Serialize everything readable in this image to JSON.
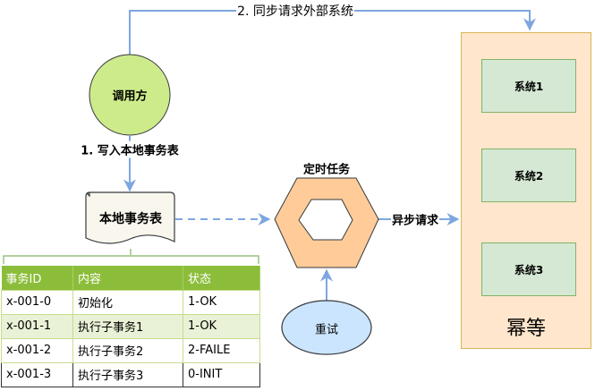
{
  "caller": {
    "label": "调用方"
  },
  "edges": {
    "write_local": "1. 写入本地事务表",
    "sync_request": "2. 同步请求外部系统",
    "async_request": "异步请求"
  },
  "local_table": {
    "label": "本地事务表"
  },
  "scheduler": {
    "label": "定时任务"
  },
  "retry": {
    "label": "重试"
  },
  "external": {
    "systems": [
      {
        "label": "系统1"
      },
      {
        "label": "系统2"
      },
      {
        "label": "系统3"
      }
    ],
    "idempotent_label": "幂等"
  },
  "table": {
    "headers": [
      "事务ID",
      "内容",
      "状态"
    ],
    "rows": [
      [
        "x-001-0",
        "初始化",
        "1-OK"
      ],
      [
        "x-001-1",
        "执行子事务1",
        "1-OK"
      ],
      [
        "x-001-2",
        "执行子事务2",
        "2-FAILE"
      ],
      [
        "x-001-3",
        "执行子事务3",
        "0-INIT"
      ]
    ]
  },
  "colors": {
    "edge": "#7ea6e0",
    "caller_fill": "#cdeb8b",
    "scheduler_fill": "#ffcc99",
    "retry_fill": "#cce5ff",
    "doc_fill": "#f9f7ed",
    "table_header": "#8cbd3a",
    "container_fill": "#ffe6cc",
    "system_fill": "#d5e8d4"
  }
}
